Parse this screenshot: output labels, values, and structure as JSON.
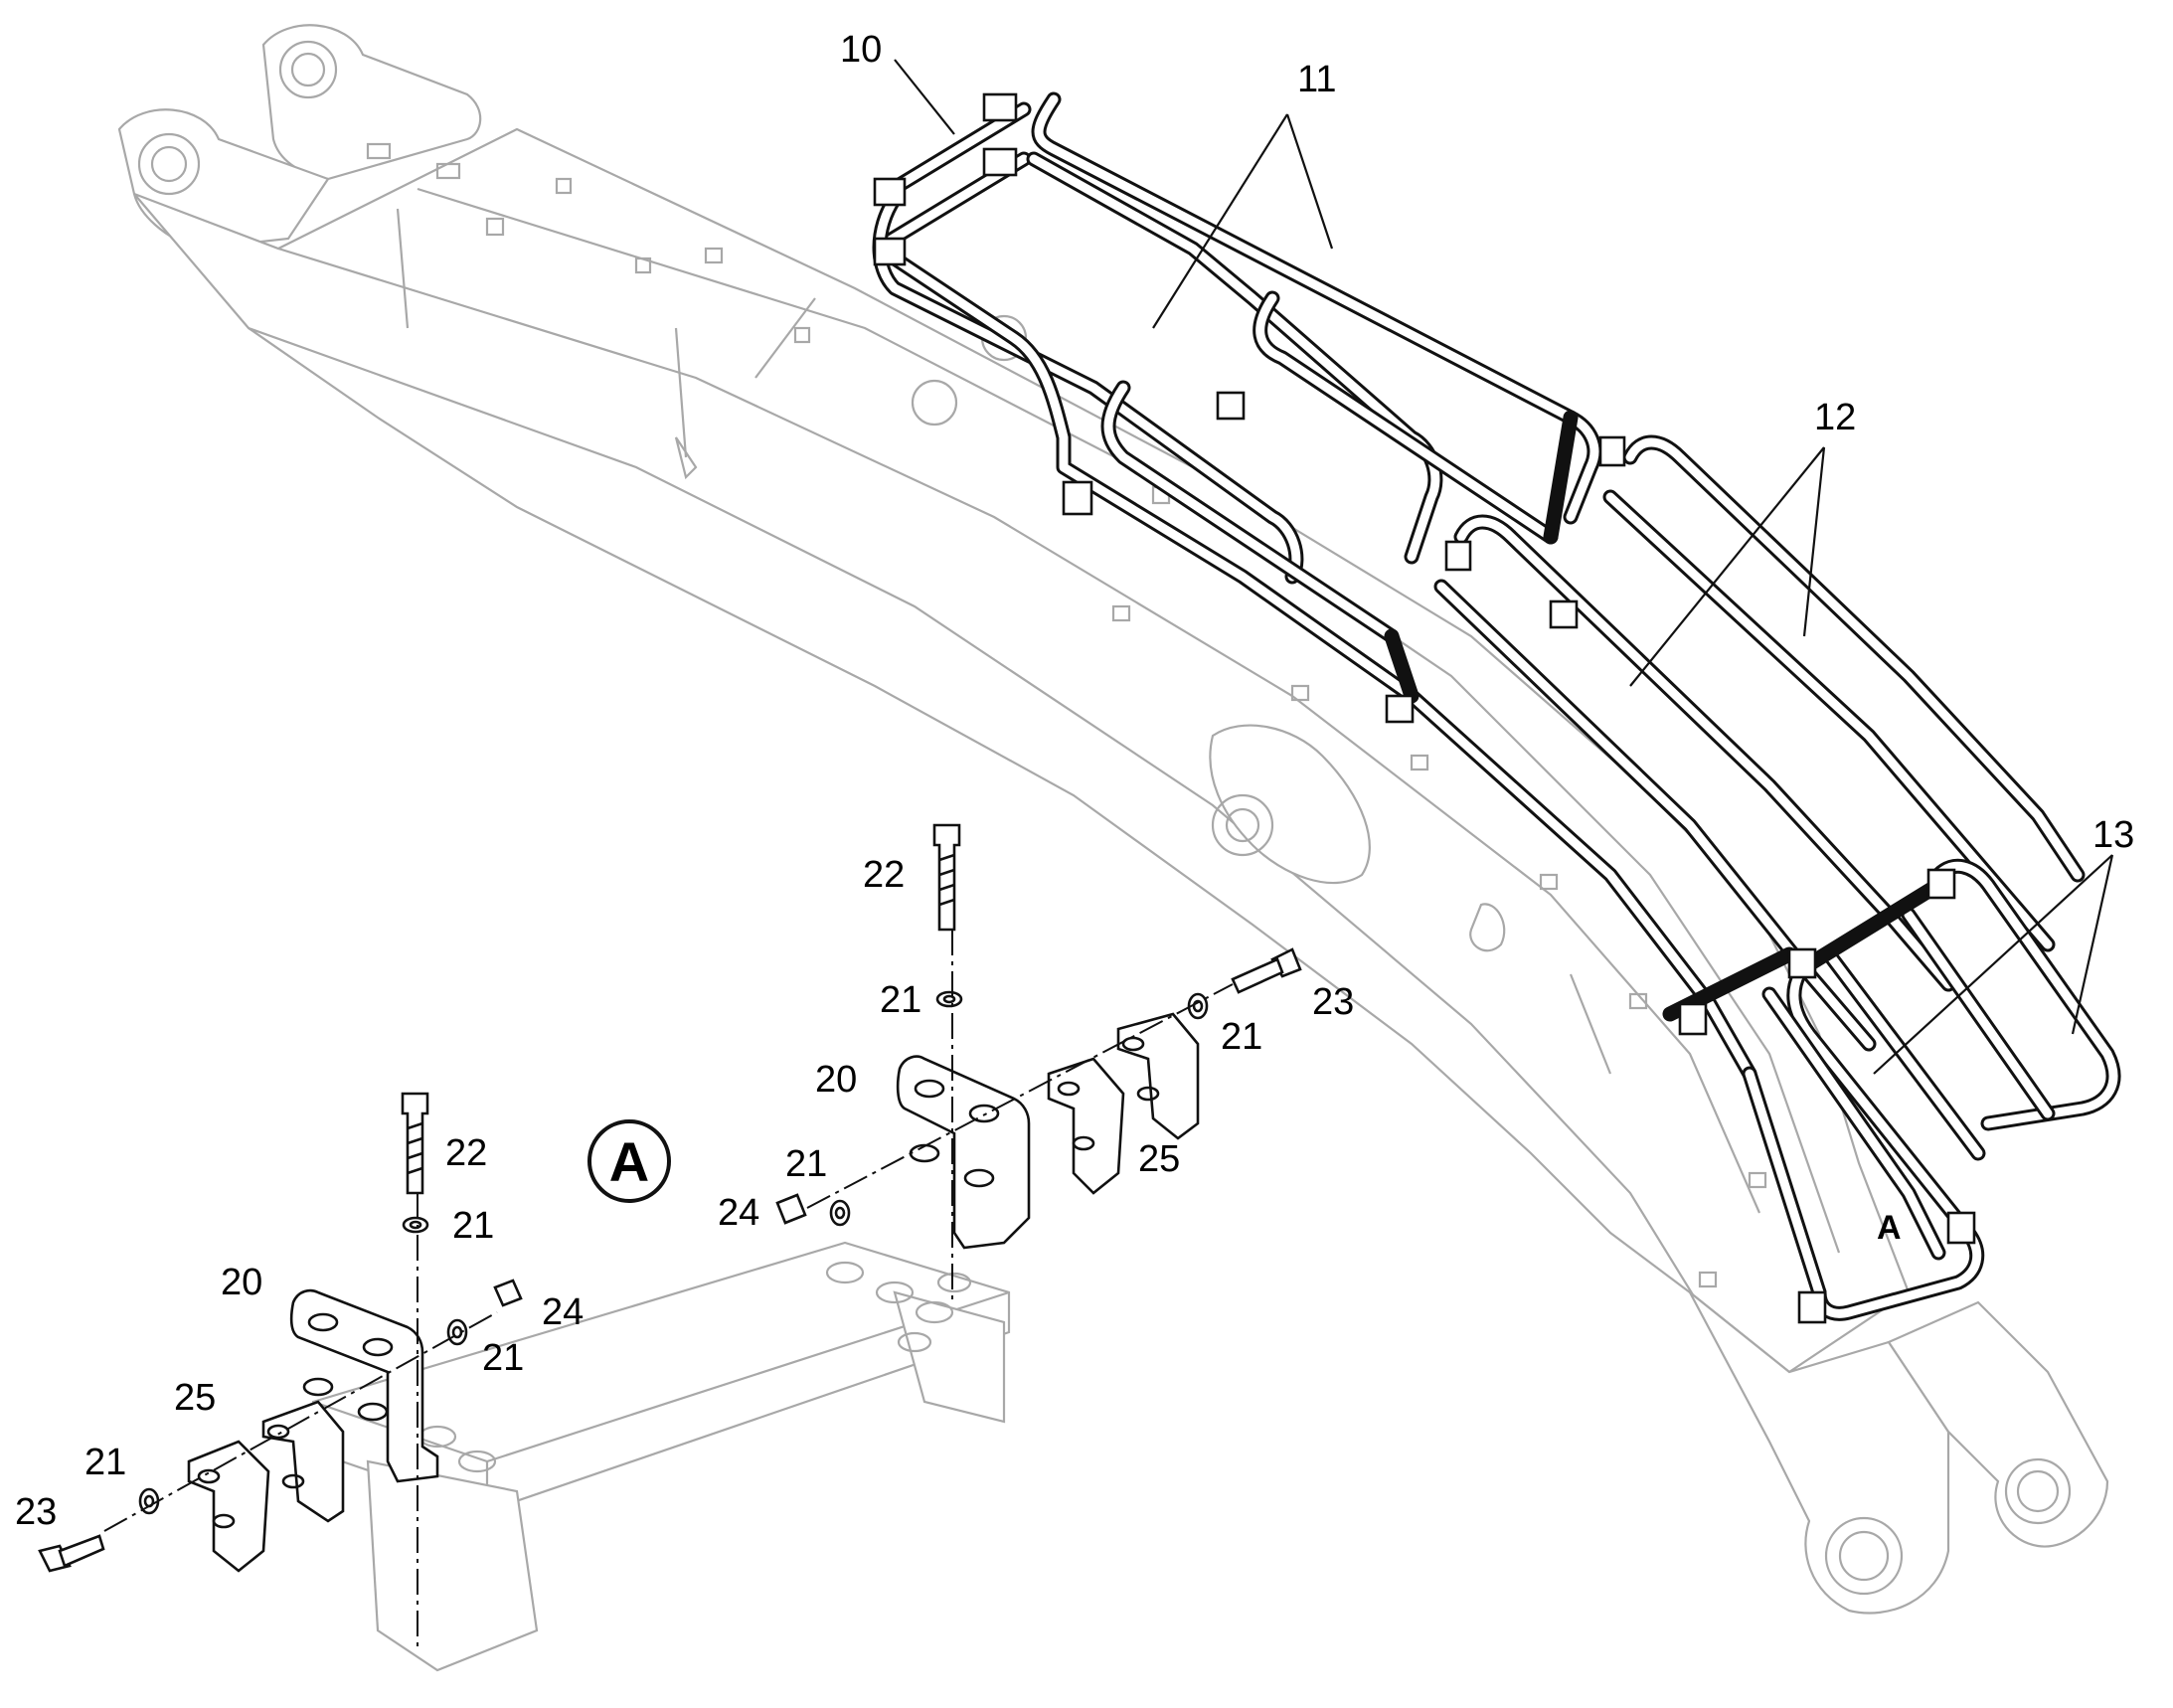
{
  "callouts": [
    {
      "id": "10",
      "label": "10"
    },
    {
      "id": "11",
      "label": "11"
    },
    {
      "id": "12",
      "label": "12"
    },
    {
      "id": "13",
      "label": "13"
    },
    {
      "id": "22a",
      "label": "22"
    },
    {
      "id": "21a",
      "label": "21"
    },
    {
      "id": "23a",
      "label": "23"
    },
    {
      "id": "21b",
      "label": "21"
    },
    {
      "id": "20a",
      "label": "20"
    },
    {
      "id": "21c",
      "label": "21"
    },
    {
      "id": "25a",
      "label": "25"
    },
    {
      "id": "24a",
      "label": "24"
    },
    {
      "id": "22b",
      "label": "22"
    },
    {
      "id": "21d",
      "label": "21"
    },
    {
      "id": "20b",
      "label": "20"
    },
    {
      "id": "24b",
      "label": "24"
    },
    {
      "id": "21e",
      "label": "21"
    },
    {
      "id": "25b",
      "label": "25"
    },
    {
      "id": "21f",
      "label": "21"
    },
    {
      "id": "23b",
      "label": "23"
    }
  ],
  "detail_view_label": "A",
  "detail_marker_label": "A"
}
